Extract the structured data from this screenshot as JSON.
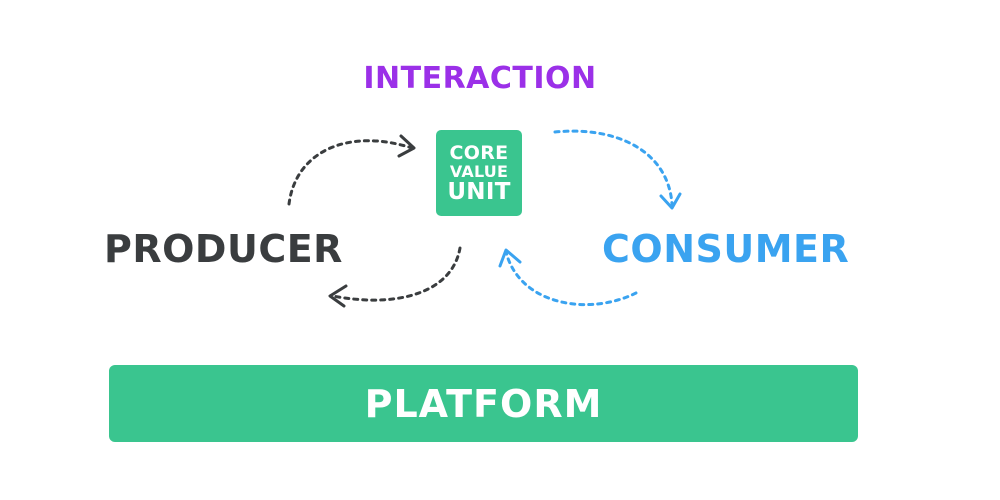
{
  "diagram": {
    "interaction_label": "INTERACTION",
    "core_value_unit": {
      "line1": "CORE",
      "line2": "VALUE",
      "line3": "UNIT"
    },
    "producer_label": "PRODUCER",
    "consumer_label": "CONSUMER",
    "platform_label": "PLATFORM"
  },
  "colors": {
    "interaction": "#9b30e8",
    "producer": "#3a3d3f",
    "consumer": "#3aa3f0",
    "green": "#3ac58f",
    "producer_arrow": "#3a3d3f",
    "consumer_arrow": "#3aa3f0"
  }
}
